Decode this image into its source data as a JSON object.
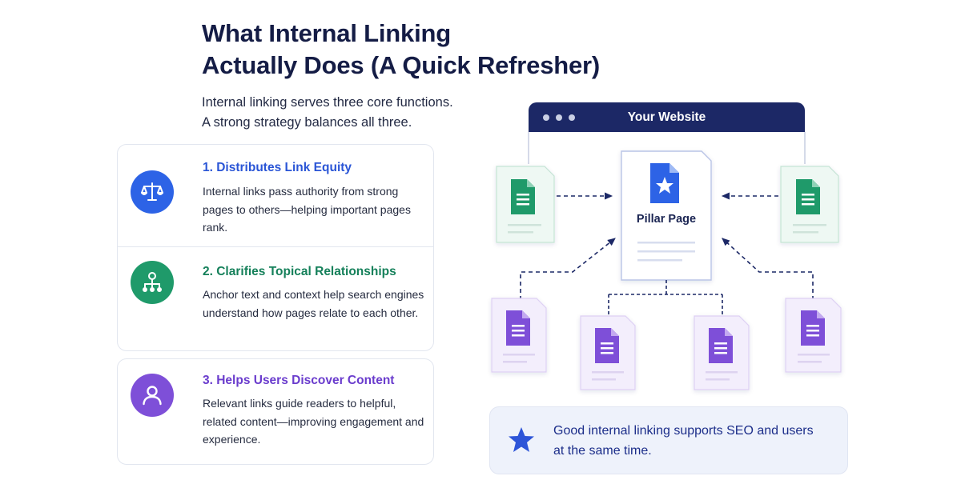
{
  "header": {
    "title_line1": "What Internal Linking",
    "title_line2": "Actually Does (A Quick Refresher)",
    "subtitle_line1": "Internal linking serves three core functions.",
    "subtitle_line2": "A strong strategy balances all three."
  },
  "functions": [
    {
      "title": "1. Distributes Link Equity",
      "desc": "Internal links pass authority from strong pages to others—helping important pages rank.",
      "icon": "scales-icon",
      "color": "#2d63e6"
    },
    {
      "title": "2. Clarifies Topical Relationships",
      "desc": "Anchor text and context help search engines understand how pages relate to each other.",
      "icon": "network-icon",
      "color": "#1f9a6a"
    },
    {
      "title": "3. Helps Users Discover Content",
      "desc": "Relevant links guide readers to helpful, related content—improving engagement and experience.",
      "icon": "user-icon",
      "color": "#7e4fd8"
    }
  ],
  "diagram": {
    "browser_title": "Your Website",
    "pillar_label": "Pillar Page",
    "colors": {
      "navy": "#1c2866",
      "blue": "#2d63e6",
      "green": "#1f9a6a",
      "purple": "#7e4fd8"
    }
  },
  "callout": {
    "text": "Good internal linking supports SEO and users at the same time.",
    "icon": "star-icon"
  }
}
